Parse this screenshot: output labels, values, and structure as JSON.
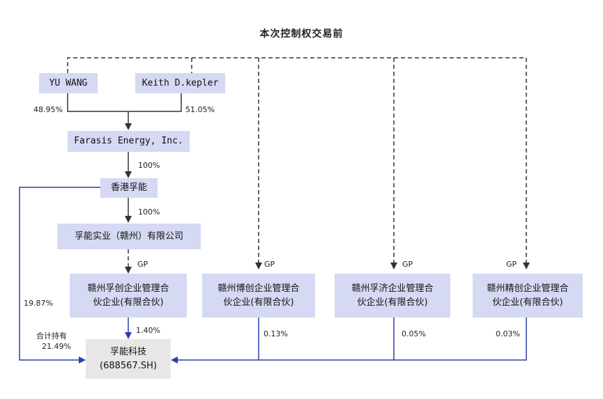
{
  "title": "本次控制权交易前",
  "nodes": {
    "yu_wang": "YU WANG",
    "keith": "Keith D.kepler",
    "farasis": "Farasis Energy, Inc.",
    "hk": "香港孚能",
    "shiye": "孚能实业（赣州）有限公司",
    "fuchuang_1": "赣州孚创企业管理合",
    "fuchuang_2": "伙企业(有限合伙)",
    "bochuang_1": "赣州博创企业管理合",
    "bochuang_2": "伙企业(有限合伙)",
    "fuji_1": "赣州孚济企业管理合",
    "fuji_2": "伙企业(有限合伙)",
    "jingchuang_1": "赣州精创企业管理合",
    "jingchuang_2": "伙企业(有限合伙)",
    "target_1": "孚能科技",
    "target_2": "(688567.SH)"
  },
  "labels": {
    "yu_pct": "48.95%",
    "keith_pct": "51.05%",
    "farasis_to_hk": "100%",
    "hk_to_shiye": "100%",
    "gp1": "GP",
    "gp2": "GP",
    "gp3": "GP",
    "gp4": "GP",
    "hk_direct": "19.87%",
    "fuchuang_pct": "1.40%",
    "bochuang_pct": "0.13%",
    "fuji_pct": "0.05%",
    "jingchuang_pct": "0.03%",
    "combined_1": "合计持有",
    "combined_2": "21.49%"
  },
  "colors": {
    "node_fill": "#d5d9f3",
    "target_fill": "#e9e6e6",
    "blue_line": "#2b3fa8",
    "dark_line": "#333333"
  }
}
